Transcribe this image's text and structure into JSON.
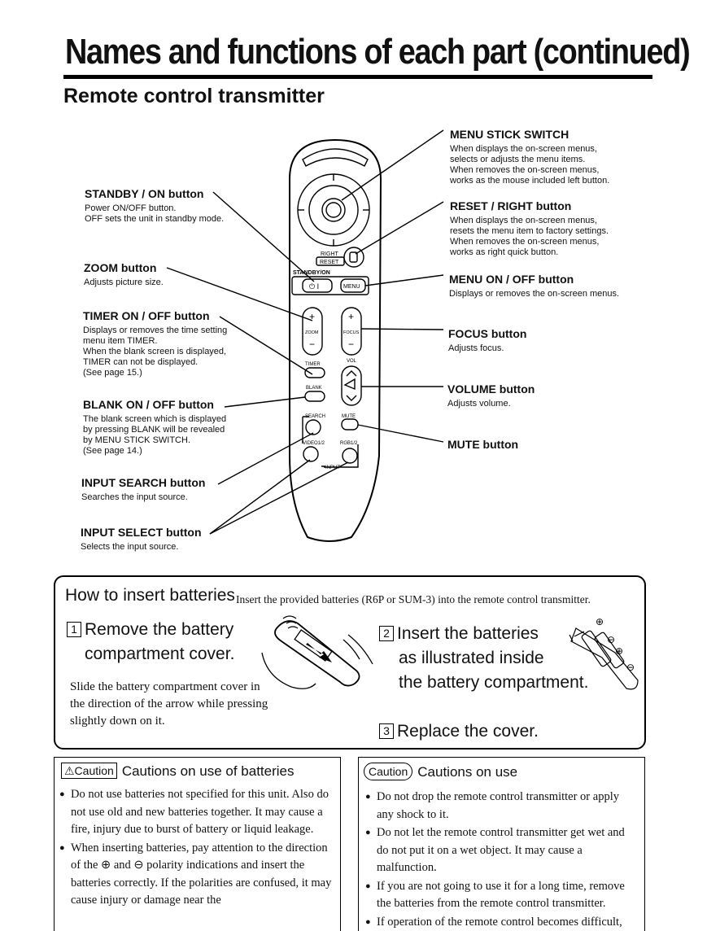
{
  "header": {
    "title": "Names and functions of each part (continued)",
    "subtitle": "Remote control transmitter"
  },
  "remote": {
    "left_labels": [
      {
        "title": "STANDBY / ON button",
        "lines": [
          "Power ON/OFF button.",
          "OFF sets the unit in standby mode."
        ]
      },
      {
        "title": "ZOOM button",
        "lines": [
          "Adjusts picture size."
        ]
      },
      {
        "title": "TIMER ON / OFF button",
        "lines": [
          "Displays or removes the time setting",
          "menu item TIMER.",
          "When the blank screen is displayed,",
          "TIMER can not be displayed.",
          "(See page 15.)"
        ]
      },
      {
        "title": "BLANK ON / OFF button",
        "lines": [
          "The blank screen which is displayed",
          "by pressing BLANK will be revealed",
          "by MENU STICK SWITCH.",
          "(See page 14.)"
        ]
      },
      {
        "title": "INPUT SEARCH button",
        "lines": [
          "Searches the input source."
        ]
      },
      {
        "title": "INPUT SELECT button",
        "lines": [
          "Selects the input source."
        ]
      }
    ],
    "right_labels": [
      {
        "title": "MENU STICK SWITCH",
        "lines": [
          "When displays the on-screen menus,",
          "selects or adjusts the menu items.",
          "When removes the on-screen menus,",
          "works as the mouse included left button."
        ]
      },
      {
        "title": "RESET / RIGHT button",
        "lines": [
          "When displays the on-screen menus,",
          "resets the menu item to factory settings.",
          "When removes the on-screen menus,",
          "works as right quick button."
        ]
      },
      {
        "title": "MENU ON / OFF button",
        "lines": [
          "Displays or removes the on-screen menus."
        ]
      },
      {
        "title": "FOCUS button",
        "lines": [
          "Adjusts focus."
        ]
      },
      {
        "title": "VOLUME button",
        "lines": [
          "Adjusts volume."
        ]
      },
      {
        "title": "MUTE button",
        "lines": []
      }
    ],
    "device_labels": {
      "right": "RIGHT",
      "reset": "RESET",
      "standby_on": "STANDBY/ON",
      "standby_symbol": "⏻ I",
      "menu": "MENU",
      "zoom": "ZOOM",
      "focus": "FOCUS",
      "plus": "+",
      "minus": "−",
      "timer": "TIMER",
      "vol": "VOL",
      "blank": "BLANK",
      "search": "SEARCH",
      "mute": "MUTE",
      "video": "VIDEO1/2",
      "rgb": "RGB1/2",
      "input": "INPUT"
    }
  },
  "batteries": {
    "title": "How to insert batteries",
    "description": "Insert the provided batteries (R6P or SUM-3) into the remote control transmitter.",
    "step1_num": "1",
    "step1_lines": [
      "Remove the battery",
      "compartment cover."
    ],
    "step1_desc_lines": [
      "Slide the battery compartment cover in",
      "the direction of the arrow while pressing",
      "slightly down on it."
    ],
    "step2_num": "2",
    "step2_lines": [
      "Insert the batteries",
      "as illustrated inside",
      "the battery compartment."
    ],
    "step3_num": "3",
    "step3_text": "Replace the cover."
  },
  "caution_batteries": {
    "tag": "⚠Caution",
    "title": "Cautions on use of batteries",
    "items": [
      "Do not use batteries not specified for this unit. Also do not use old and new batteries together. It may cause a fire, injury due to burst of battery or liquid leakage.",
      "When inserting batteries, pay attention to the direction of the ⊕ and ⊖ polarity indications and insert the batteries correctly. If the polarities are confused, it may cause injury or damage near the"
    ]
  },
  "caution_use": {
    "tag": "Caution",
    "title": "Cautions on use",
    "items": [
      "Do not drop the remote control transmitter or apply any shock to it.",
      "Do not let the remote control transmitter get wet and do not put it on a wet object. It may cause a malfunction.",
      "If you are not going to use it for a long time, remove the batteries from the remote control transmitter.",
      "If operation of the remote control becomes difficult, replace the batteries."
    ]
  }
}
